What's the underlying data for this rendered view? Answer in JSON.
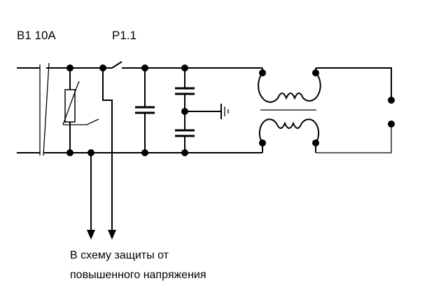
{
  "labels": {
    "breaker": "B1 10A",
    "relay": "P1.1",
    "note_line1": "В схему защиты от",
    "note_line2": "повышенного напряжения"
  },
  "colors": {
    "ink": "#000000",
    "background": "#ffffff"
  }
}
